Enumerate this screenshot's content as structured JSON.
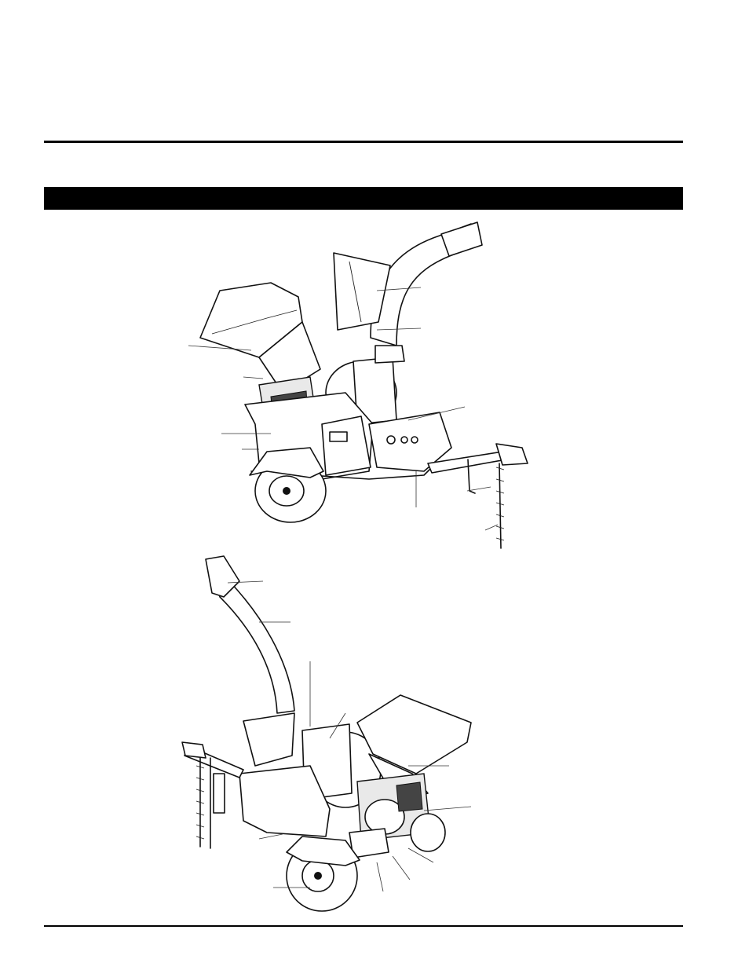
{
  "page": {
    "header_rule": "",
    "section_bar": "",
    "footer_rule": ""
  },
  "figures": [
    {
      "id": "chipper-front-view",
      "description_icon": "wood-chipper-illustration"
    },
    {
      "id": "chipper-rear-view",
      "description_icon": "wood-chipper-illustration"
    }
  ]
}
